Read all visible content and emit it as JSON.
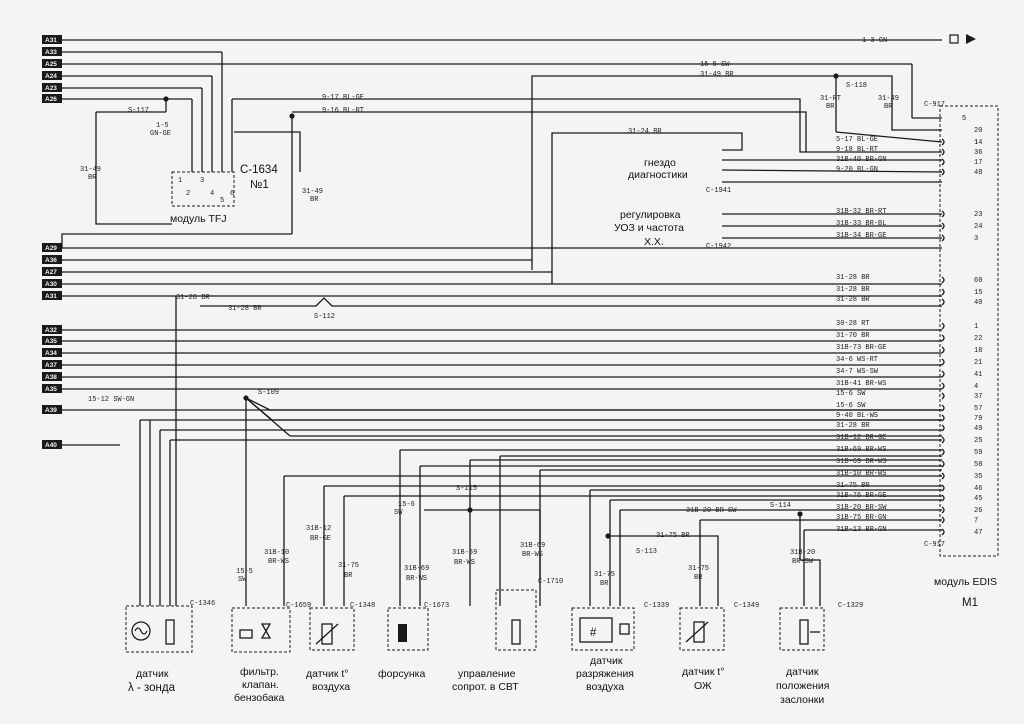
{
  "left_tags": {
    "top_group": [
      "A31",
      "A33",
      "A25",
      "A24",
      "A23",
      "A26"
    ],
    "middle_group": [
      "A29",
      "A36",
      "A27",
      "A30",
      "A31"
    ],
    "lower_group": [
      "A32",
      "A35",
      "A34",
      "A37",
      "A38",
      "A35",
      "A39"
    ],
    "bottom_tag": "A40"
  },
  "top_wires": [
    {
      "code": "1-3 GN"
    },
    {
      "code": "15-5 SW"
    },
    {
      "code": "31-49 BR"
    },
    {
      "code": "9-17 BL-GE"
    },
    {
      "code": "9-16 BL-RT"
    },
    {
      "code": "31-24 BR"
    }
  ],
  "splices": [
    "S-117",
    "S-118",
    "S-112",
    "S-109",
    "S-115",
    "S-114",
    "S-113"
  ],
  "tfj": {
    "code_tr": "1-5",
    "code_tr2": "GN-GE",
    "connector": "C-1634",
    "subtitle": "№1",
    "label": "модуль TFJ",
    "pins": [
      "1",
      "2",
      "3",
      "4",
      "5",
      "6"
    ],
    "left_wire": "31-49",
    "left_wire2": "BR",
    "right_wire": "31-49",
    "right_wire2": "BR"
  },
  "connectors_top": {
    "c917_top": "C-917",
    "c917_bottom": "C-917",
    "c1941": "C-1941",
    "c1942": "C-1942"
  },
  "diag_socket": {
    "line1": "гнездо",
    "line2": "диагностики"
  },
  "uoz": {
    "line1": "регулировка",
    "line2": "УОЗ и частота",
    "line3": "Х.Х."
  },
  "edis": {
    "label": "модуль EDIS",
    "sub": "М1"
  },
  "vertical_wires": [
    {
      "code": "31-RT"
    },
    {
      "code": "31-49"
    },
    {
      "code": "BR"
    },
    {
      "code": "BR"
    }
  ],
  "right_wires": [
    {
      "code": "5-17 BL-GE",
      "pin": "1"
    },
    {
      "code": "9-18 BL-RT",
      "pin": "36"
    },
    {
      "code": "31B-40 BR-GN",
      "pin": "17"
    },
    {
      "code": "9-20 BL-GN",
      "pin": "48"
    },
    {
      "code": "31B-32 BR-RT",
      "pin": "23"
    },
    {
      "code": "31B-33 BR-BL",
      "pin": "24"
    },
    {
      "code": "31B-34 BR-GE",
      "pin": "3"
    },
    {
      "code": "31-28 BR",
      "pin": "60"
    },
    {
      "code": "31-28 BR",
      "pin": "15"
    },
    {
      "code": "31-28 BR",
      "pin": "40"
    },
    {
      "code": "30-28 RT",
      "pin": "1"
    },
    {
      "code": "31-70 BR",
      "pin": "22"
    },
    {
      "code": "31B-73 BR-GE",
      "pin": "18"
    },
    {
      "code": "34-6 WS-RT",
      "pin": "21"
    },
    {
      "code": "34-7 WS-SW",
      "pin": "41"
    },
    {
      "code": "31B-41 BR-WS",
      "pin": "4"
    },
    {
      "code": "15-6 SW",
      "pin": "37"
    },
    {
      "code": "15-6 SW",
      "pin": "57"
    },
    {
      "code": "9-40 BL-WS",
      "pin": "79"
    },
    {
      "code": "31-28 BR",
      "pin": "49"
    },
    {
      "code": "31B-12 BR-GE",
      "pin": "25"
    },
    {
      "code": "31B-69 BR-WS",
      "pin": "59"
    },
    {
      "code": "31B-69 BR-WS",
      "pin": "58"
    },
    {
      "code": "31B-10 BR-WS",
      "pin": "35"
    },
    {
      "code": "31-75 BR",
      "pin": "46"
    },
    {
      "code": "31B-76 BR-GE",
      "pin": "45"
    },
    {
      "code": "31B-20 BR-SW",
      "pin": "26"
    },
    {
      "code": "31B-75 BR-GN",
      "pin": "7"
    },
    {
      "code": "31B-13 BR-GN",
      "pin": "47"
    }
  ],
  "top_pins": {
    "p5": "5",
    "p20": "20",
    "p14": "14"
  },
  "mid_wires": {
    "w1": "31-28 BR",
    "w2": "31-28 BR",
    "w3": "15-12 SW-GN"
  },
  "lower_codes": {
    "c1": "31B-20 BR-SW",
    "c2": "31-75 BR",
    "c3": "15-6",
    "c3b": "SW",
    "c4": "31B-12",
    "c4b": "BR-GE",
    "c5": "31B-10",
    "c5b": "BR-WS",
    "c6": "15-5",
    "c6b": "SW",
    "c7": "31-75",
    "c7b": "BR",
    "c8": "31B-69",
    "c8b": "BR-WS",
    "c9": "31B-69",
    "c9b": "BR-WS",
    "c10": "31B-69",
    "c10b": "BR-WS",
    "c11": "31-75",
    "c11b": "BR",
    "c12": "31-75",
    "c12b": "BR",
    "c13": "31B-20",
    "c13b": "BR-SW"
  },
  "components": [
    {
      "connector": "C-1346",
      "label1": "датчик",
      "label2": "λ - зонда",
      "label3": ""
    },
    {
      "connector": "C-1659",
      "label1": "фильтр.",
      "label2": "клапан.",
      "label3": "бензобака"
    },
    {
      "connector": "C-1348",
      "label1": "датчик t°",
      "label2": "воздуха",
      "label3": ""
    },
    {
      "connector": "C-1673",
      "label1": "форсунка",
      "label2": "",
      "label3": ""
    },
    {
      "connector": "C-1710",
      "label1": "управление",
      "label2": "сопрот. в СВТ",
      "label3": ""
    },
    {
      "connector": "C-1339",
      "label1": "датчик",
      "label2": "разряжения",
      "label3": "воздуха"
    },
    {
      "connector": "C-1349",
      "label1": "датчик t°",
      "label2": "ОЖ",
      "label3": ""
    },
    {
      "connector": "C-1329",
      "label1": "датчик",
      "label2": "положения",
      "label3": "заслонки"
    }
  ]
}
